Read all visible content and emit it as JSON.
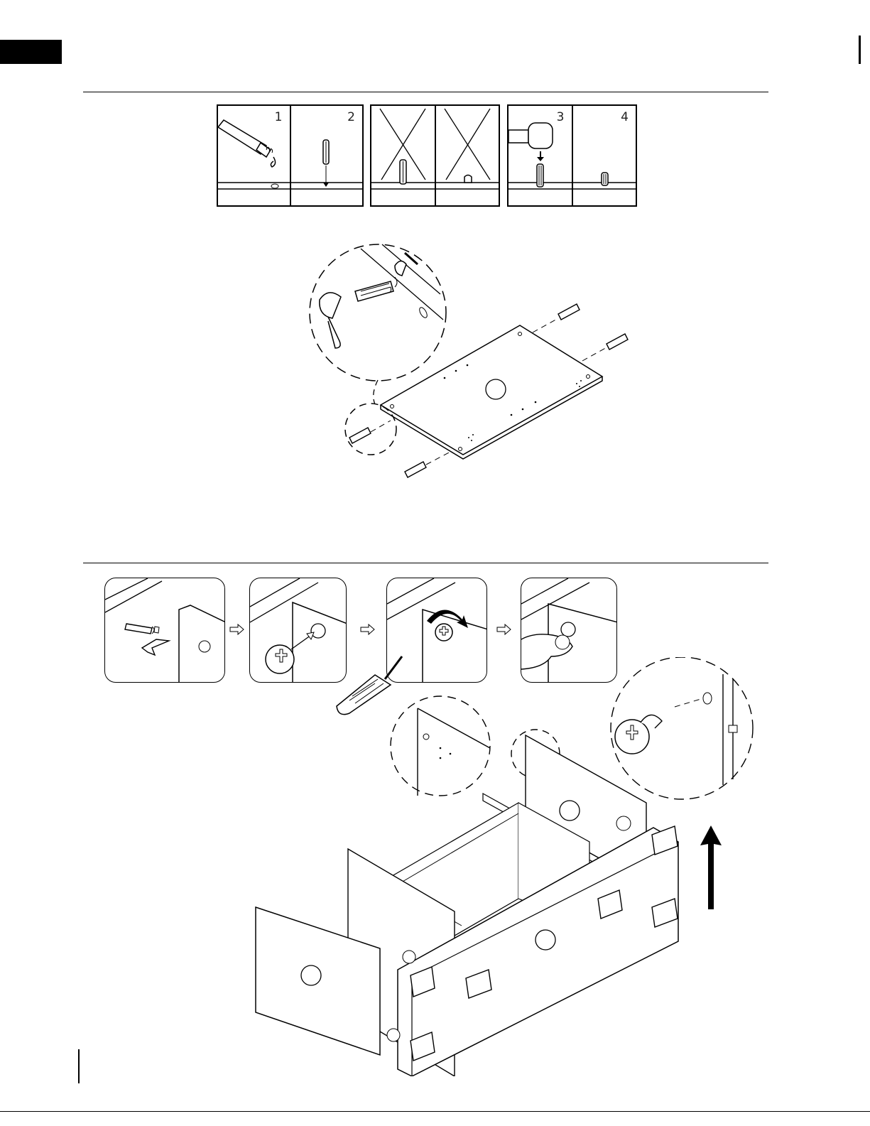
{
  "step1_panels": [
    {
      "number": "1",
      "icon": "glue-bottle-icon"
    },
    {
      "number": "2",
      "icon": "dowel-insert-icon"
    },
    {
      "number": "",
      "icon": "dowel-too-high-crossed-icon"
    },
    {
      "number": "",
      "icon": "dowel-too-low-crossed-icon"
    },
    {
      "number": "3",
      "icon": "hammer-dowel-icon"
    },
    {
      "number": "4",
      "icon": "dowel-seated-icon"
    }
  ],
  "step2_boxes": [
    {
      "icon": "cam-bolt-insert-icon"
    },
    {
      "icon": "cam-lock-insert-icon"
    },
    {
      "icon": "screwdriver-tighten-icon"
    },
    {
      "icon": "cam-lock-finish-icon"
    }
  ],
  "colors": {
    "line": "#000000",
    "background": "#ffffff"
  }
}
